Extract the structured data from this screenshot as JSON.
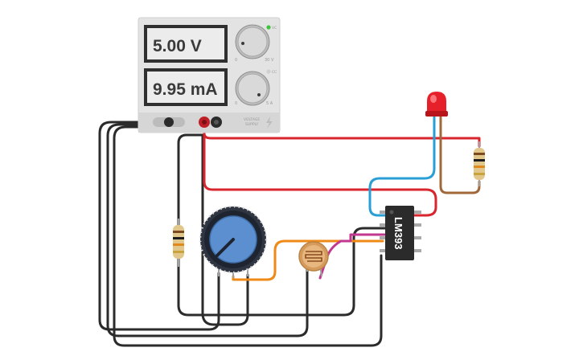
{
  "power_supply": {
    "voltage_reading": "5.00 V",
    "current_reading": "9.95 mA",
    "voltage_min": "0",
    "voltage_max": "30 V",
    "current_min": "0",
    "current_max": "5 A",
    "vc_label": "VC",
    "cc_label": "CC",
    "panel_label_line1": "VOLTAGE",
    "panel_label_line2": "SUPPLY",
    "vc_indicator_color": "#3fc43f",
    "cc_indicator_color": "#cfcfcf"
  },
  "chip": {
    "label": "LM393"
  },
  "wire_colors": {
    "positive": "#d9252e",
    "negative": "#2b2b2b",
    "signal_blue": "#2a9fd6",
    "signal_orange": "#ef8a17",
    "signal_pink": "#c2388f",
    "signal_brown": "#a0683a"
  },
  "icons": {
    "led": "red-led-icon",
    "resistor": "resistor-icon",
    "potentiometer": "potentiometer-knob-icon",
    "ldr": "photoresistor-icon",
    "bolt": "lightning-bolt-icon"
  }
}
